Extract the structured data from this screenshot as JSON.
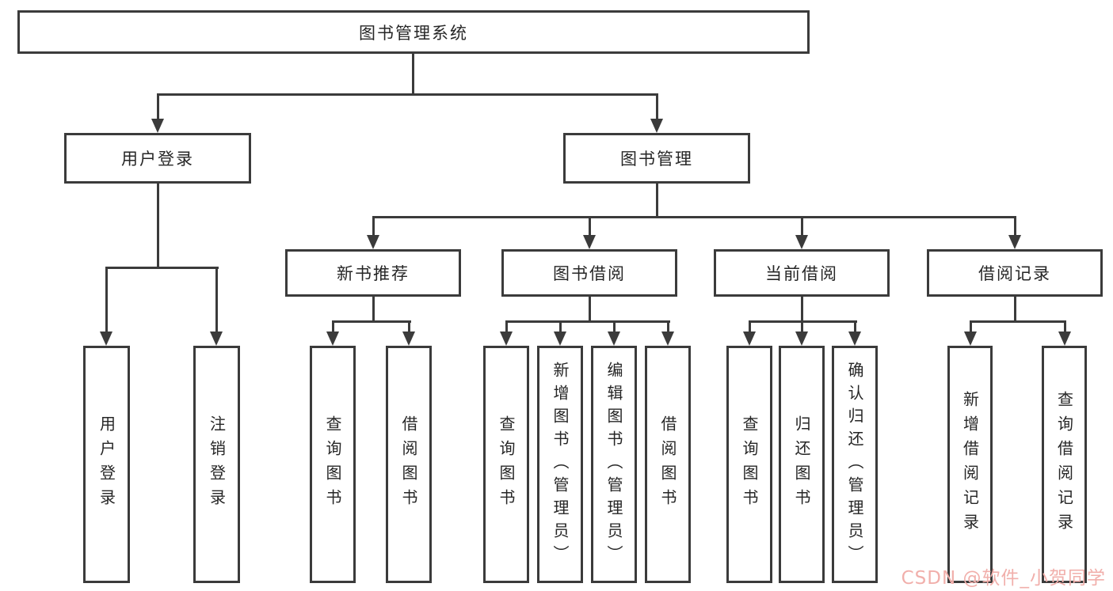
{
  "root": {
    "label": "图书管理系统"
  },
  "level2": [
    {
      "label": "用户登录"
    },
    {
      "label": "图书管理"
    }
  ],
  "level3": [
    {
      "label": "新书推荐"
    },
    {
      "label": "图书借阅"
    },
    {
      "label": "当前借阅"
    },
    {
      "label": "借阅记录"
    }
  ],
  "leaves": {
    "login": [
      {
        "label": "用户登录"
      },
      {
        "label": "注销登录"
      }
    ],
    "recommend": [
      {
        "label": "查询图书"
      },
      {
        "label": "借阅图书"
      }
    ],
    "borrow": [
      {
        "label": "查询图书"
      },
      {
        "label": "新增图书（管理员）"
      },
      {
        "label": "编辑图书（管理员）"
      },
      {
        "label": "借阅图书"
      }
    ],
    "current": [
      {
        "label": "查询图书"
      },
      {
        "label": "归还图书"
      },
      {
        "label": "确认归还（管理员）"
      }
    ],
    "records": [
      {
        "label": "新增借阅记录"
      },
      {
        "label": "查询借阅记录"
      }
    ]
  },
  "colors": {
    "line": "#3b3b3b",
    "text": "#262626",
    "box_fill": "#ffffff",
    "watermark": "#f1afab",
    "background": "#ffffff"
  },
  "watermark": {
    "text": "CSDN @软件_小贺同学"
  }
}
